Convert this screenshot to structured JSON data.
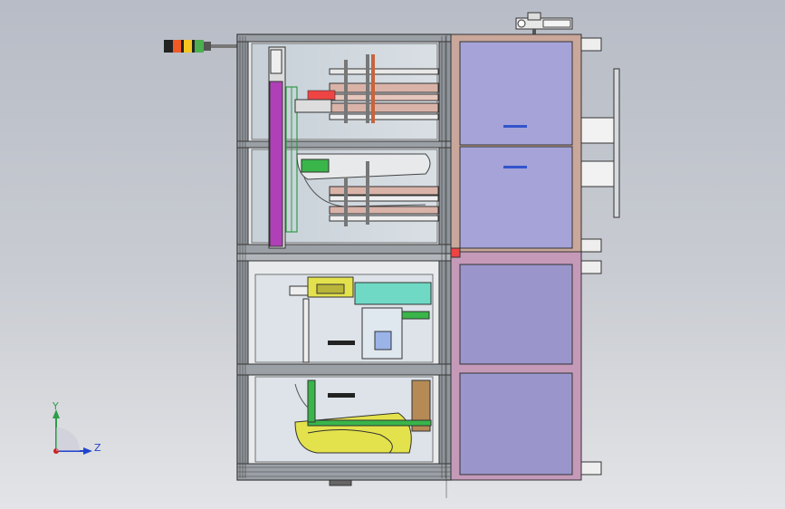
{
  "triad": {
    "y_label": "Y",
    "z_label": "Z"
  },
  "colors": {
    "frame": "#5a5f66",
    "glass": "#cdd6dd",
    "magenta": "#b040b8",
    "drawer_upper": "#a5a3d8",
    "drawer_lower": "#9a96cc",
    "cabinet_upper": "#c9a79a",
    "cabinet_lower": "#c59ab9",
    "robot_yellow": "#e3e24c",
    "green": "#39b54a",
    "cyan": "#6fd9c6",
    "light_red": "#f15a24",
    "light_yellow": "#f7c520",
    "light_green": "#4caf50"
  },
  "components": [
    "stack-light",
    "machine-frame",
    "vertical-lift-column",
    "upper-cassette-rack",
    "middle-cassette-rack",
    "transfer-robot",
    "lower-robot-arm",
    "load-port-drawers",
    "valve-assembly",
    "side-connectors",
    "side-panel"
  ]
}
